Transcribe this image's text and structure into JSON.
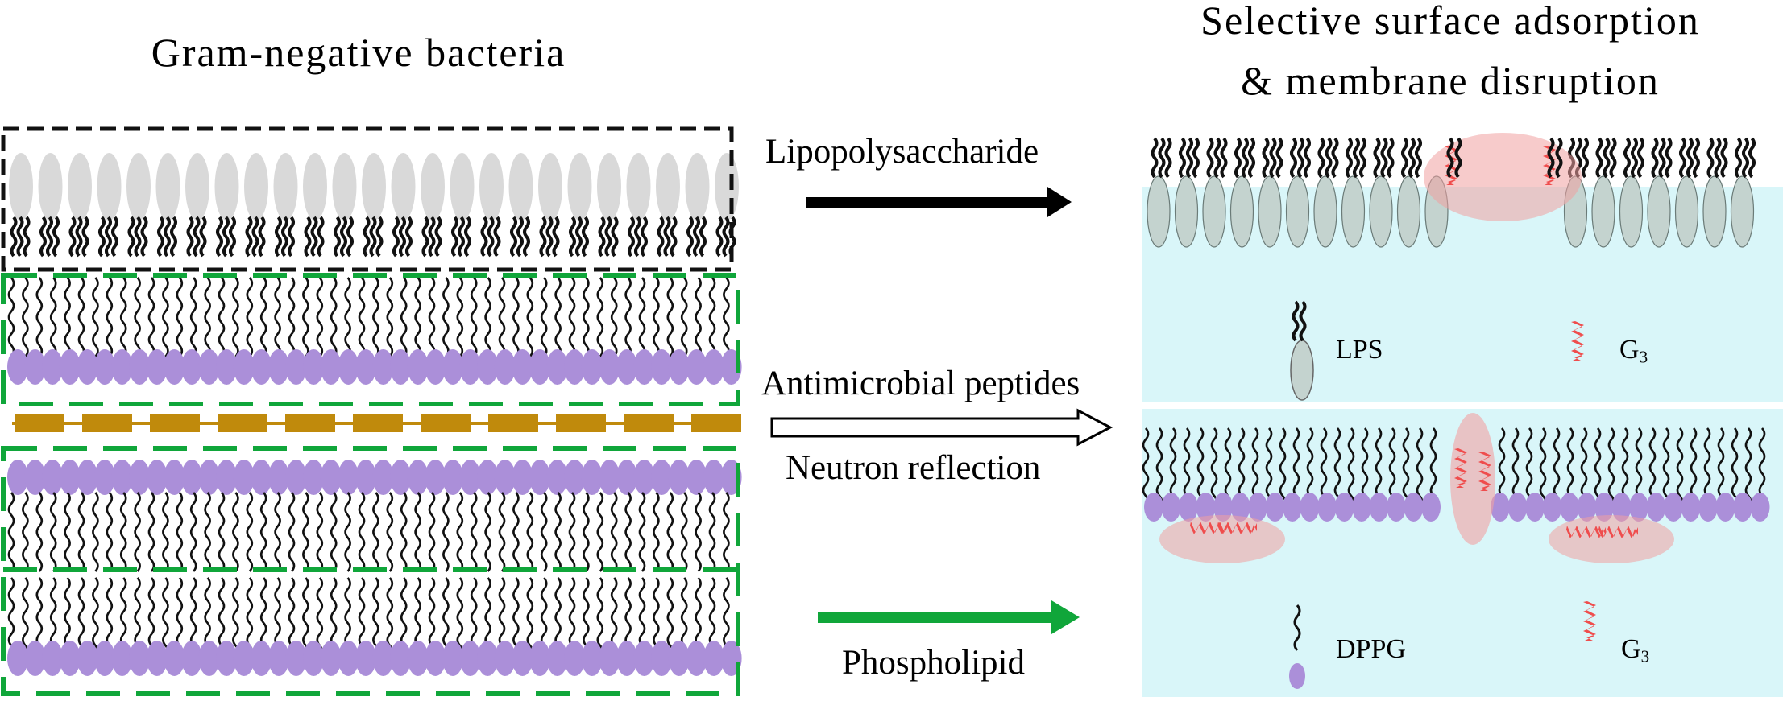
{
  "left_panel": {
    "title": "Gram-negative bacteria"
  },
  "arrows": {
    "top_label": "Lipopolysaccharide",
    "middle_label_1": "Antimicrobial peptides",
    "middle_label_2": "Neutron reflection",
    "bottom_label": "Phospholipid"
  },
  "right_panel": {
    "title_line1": "Selective surface adsorption",
    "title_line2": "& membrane disruption",
    "legend_top": {
      "lipid": "LPS",
      "peptide_base": "G",
      "peptide_sub": "3"
    },
    "legend_bottom": {
      "lipid": "DPPG",
      "peptide_base": "G",
      "peptide_sub": "3"
    }
  },
  "colors": {
    "lps_head": "#d9d9d9",
    "lps_head_right": "#c4d3cf",
    "lipid_head": "#ab8fd9",
    "peptidoglycan": "#c08a0c",
    "phospholipid_arrow": "#10a63a",
    "lps_box": "#111111",
    "water": "#d9f6f9",
    "peptide": "#ef4d4d",
    "halo": "#f1a1a1"
  }
}
